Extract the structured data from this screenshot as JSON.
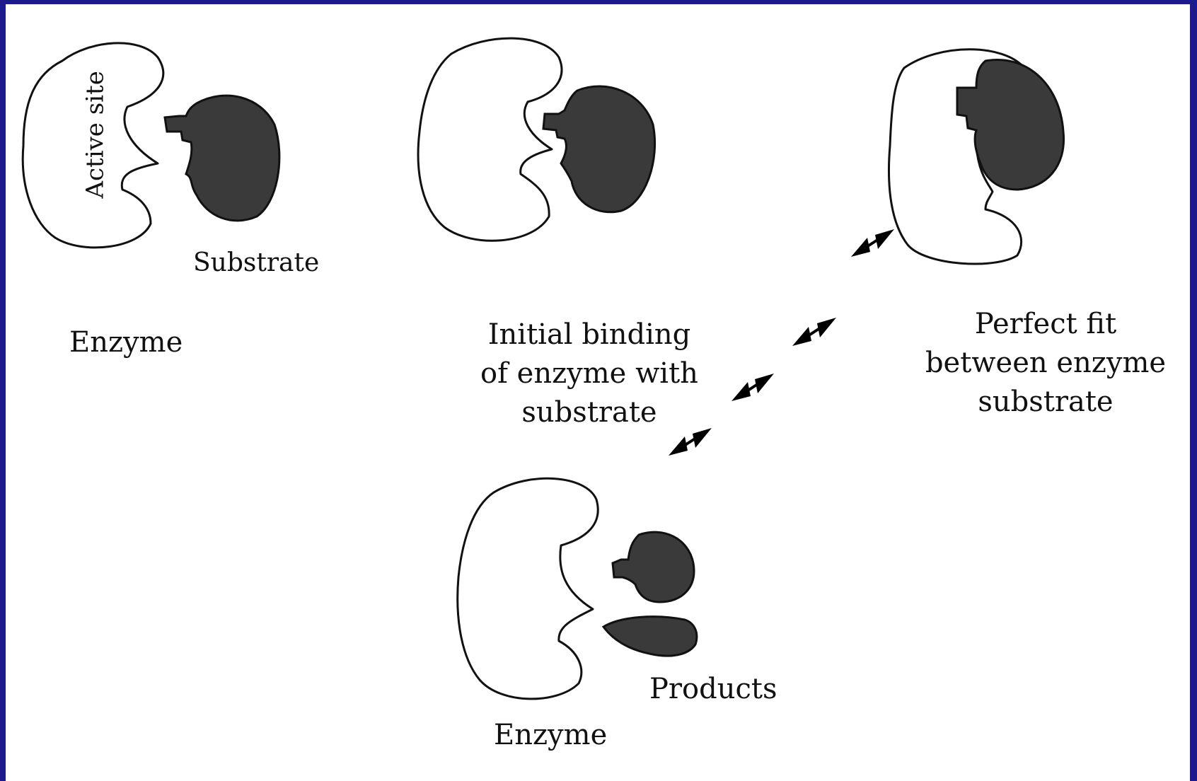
{
  "labels": {
    "active_site": "Active site",
    "substrate": "Substrate",
    "enzyme_top": "Enzyme",
    "initial_binding": [
      "Initial binding",
      "of enzyme with",
      "substrate"
    ],
    "perfect_fit": [
      "Perfect fit",
      "between enzyme",
      "substrate"
    ],
    "products": "Products",
    "enzyme_bottom": "Enzyme"
  },
  "colors": {
    "border": "#1c1a8c",
    "substrate_fill": "#3a3a3a",
    "outline": "#111111"
  }
}
